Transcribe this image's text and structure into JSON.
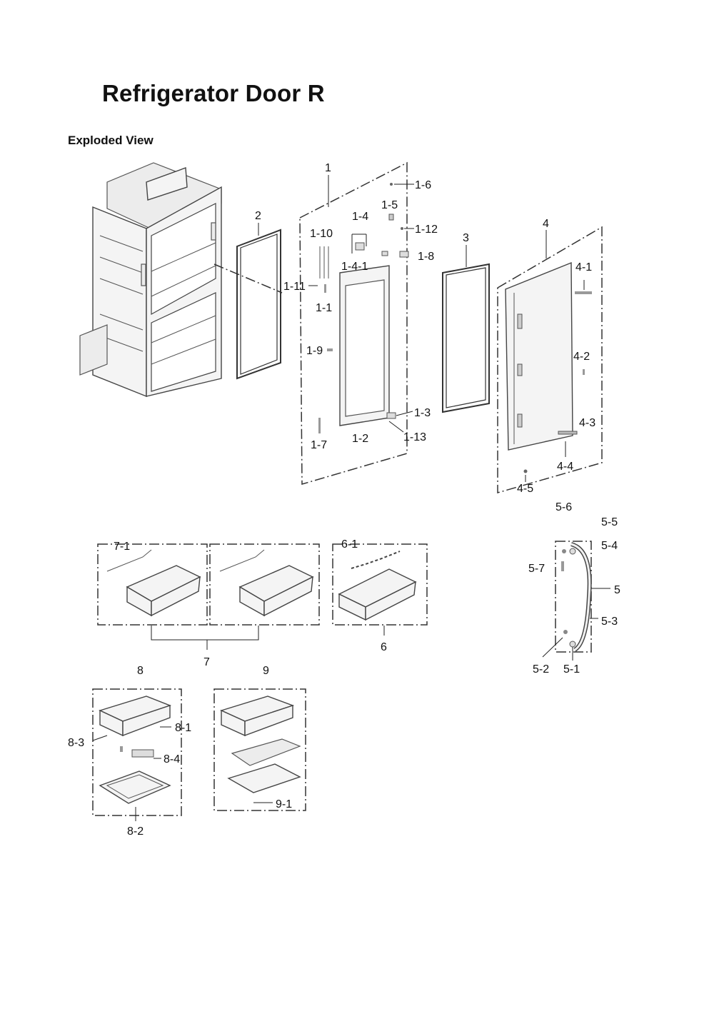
{
  "page": {
    "title": "Refrigerator Door R",
    "subtitle": "Exploded View"
  },
  "callouts": {
    "c1": "1",
    "c1_1": "1-1",
    "c1_2": "1-2",
    "c1_3": "1-3",
    "c1_4": "1-4",
    "c1_4_1": "1-4-1",
    "c1_5": "1-5",
    "c1_6": "1-6",
    "c1_7": "1-7",
    "c1_8": "1-8",
    "c1_9": "1-9",
    "c1_10": "1-10",
    "c1_11": "1-11",
    "c1_12": "1-12",
    "c1_13": "1-13",
    "c2": "2",
    "c3": "3",
    "c4": "4",
    "c4_1": "4-1",
    "c4_2": "4-2",
    "c4_3": "4-3",
    "c4_4": "4-4",
    "c4_5": "4-5",
    "c5": "5",
    "c5_1": "5-1",
    "c5_2": "5-2",
    "c5_3": "5-3",
    "c5_4": "5-4",
    "c5_5": "5-5",
    "c5_6": "5-6",
    "c5_7": "5-7",
    "c6": "6",
    "c6_1": "6-1",
    "c7": "7",
    "c7_1": "7-1",
    "c8": "8",
    "c8_1": "8-1",
    "c8_2": "8-2",
    "c8_3": "8-3",
    "c8_4": "8-4",
    "c9": "9",
    "c9_1": "9-1"
  }
}
